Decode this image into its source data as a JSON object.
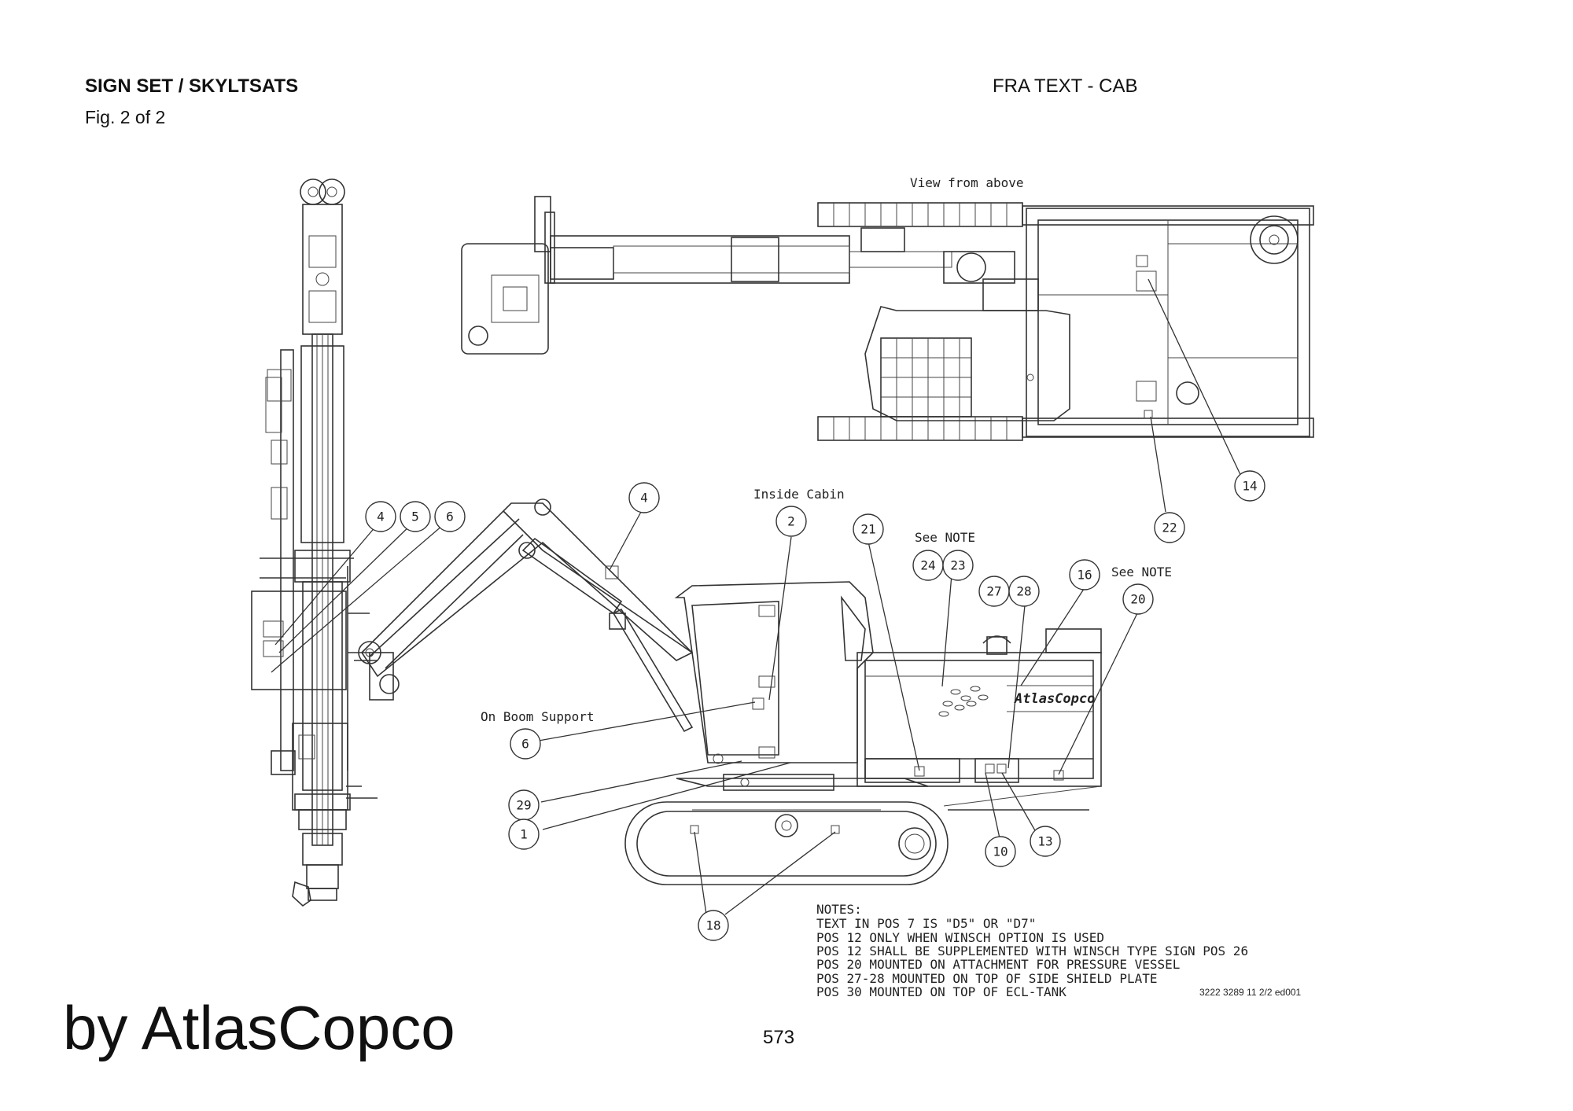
{
  "header": {
    "title": "SIGN SET / SKYLTSATS",
    "figure": "Fig. 2 of 2",
    "variant": "FRA TEXT - CAB"
  },
  "captions": {
    "view_from_above": "View from above",
    "inside_cabin": "Inside Cabin",
    "see_note_1": "See NOTE",
    "see_note_2": "See NOTE",
    "on_boom_support": "On Boom Support"
  },
  "callouts": [
    {
      "id": "c4a",
      "label": "4"
    },
    {
      "id": "c5",
      "label": "5"
    },
    {
      "id": "c6a",
      "label": "6"
    },
    {
      "id": "c4b",
      "label": "4"
    },
    {
      "id": "c2",
      "label": "2"
    },
    {
      "id": "c21",
      "label": "21"
    },
    {
      "id": "c24",
      "label": "24"
    },
    {
      "id": "c23",
      "label": "23"
    },
    {
      "id": "c27",
      "label": "27"
    },
    {
      "id": "c28",
      "label": "28"
    },
    {
      "id": "c16",
      "label": "16"
    },
    {
      "id": "c20",
      "label": "20"
    },
    {
      "id": "c14",
      "label": "14"
    },
    {
      "id": "c22",
      "label": "22"
    },
    {
      "id": "c6b",
      "label": "6"
    },
    {
      "id": "c29",
      "label": "29"
    },
    {
      "id": "c1",
      "label": "1"
    },
    {
      "id": "c18",
      "label": "18"
    },
    {
      "id": "c10",
      "label": "10"
    },
    {
      "id": "c13",
      "label": "13"
    }
  ],
  "notes": [
    "NOTES:",
    "TEXT IN POS 7 IS \"D5\" OR \"D7\"",
    "POS 12 ONLY WHEN WINSCH OPTION IS USED",
    "POS 12 SHALL BE SUPPLEMENTED WITH WINSCH TYPE SIGN POS 26",
    "POS 20 MOUNTED ON ATTACHMENT FOR PRESSURE VESSEL",
    "POS 27-28 MOUNTED ON TOP OF SIDE SHIELD PLATE",
    "POS 30 MOUNTED ON TOP OF ECL-TANK"
  ],
  "drawing_number": "3222 3289 11 2/2 ed001",
  "page_number": "573",
  "brand_label": "AtlasCopco",
  "watermark": "by AtlasCopco"
}
